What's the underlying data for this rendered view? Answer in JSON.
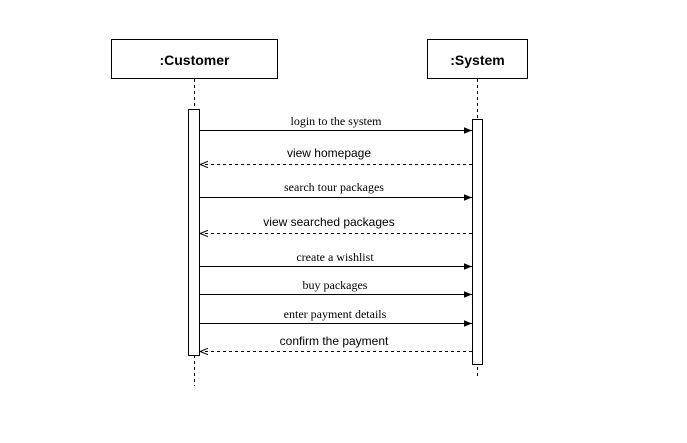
{
  "lifelines": [
    {
      "id": "customer",
      "label": ":Customer"
    },
    {
      "id": "system",
      "label": ":System"
    }
  ],
  "messages": [
    {
      "label": "login to the system",
      "from": "customer",
      "to": "system",
      "kind": "sync"
    },
    {
      "label": "view homepage",
      "from": "system",
      "to": "customer",
      "kind": "reply"
    },
    {
      "label": "search tour packages",
      "from": "customer",
      "to": "system",
      "kind": "sync"
    },
    {
      "label": "view searched packages",
      "from": "system",
      "to": "customer",
      "kind": "reply"
    },
    {
      "label": "create a wishlist",
      "from": "customer",
      "to": "system",
      "kind": "sync"
    },
    {
      "label": "buy packages",
      "from": "customer",
      "to": "system",
      "kind": "sync"
    },
    {
      "label": "enter payment details",
      "from": "customer",
      "to": "system",
      "kind": "sync"
    },
    {
      "label": "confirm the payment",
      "from": "system",
      "to": "customer",
      "kind": "reply"
    }
  ]
}
